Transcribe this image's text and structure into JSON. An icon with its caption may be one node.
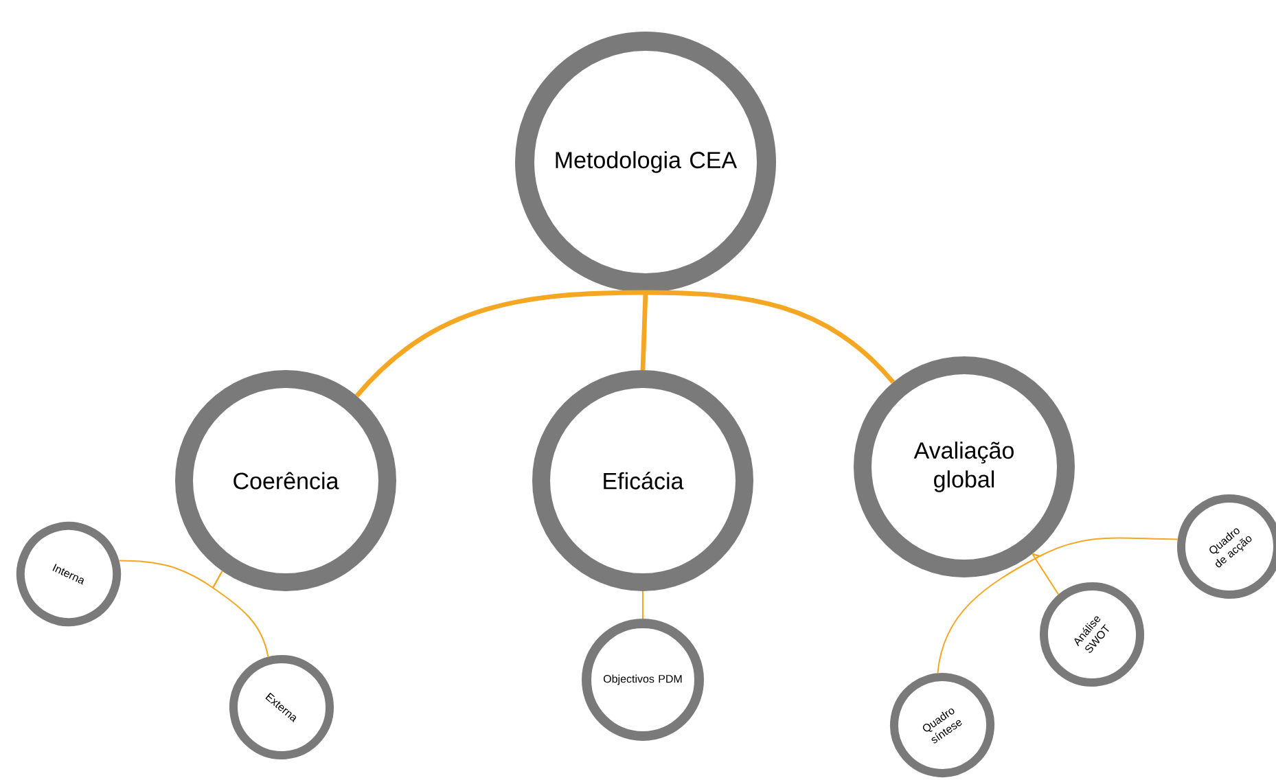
{
  "diagram": {
    "nodes": [
      {
        "text": [
          "Metodologia CEA"
        ]
      },
      {
        "text": [
          "Coerência"
        ]
      },
      {
        "text": [
          "Eficácia"
        ]
      },
      {
        "text": [
          "Avaliação global"
        ]
      },
      {
        "text": [
          "Interna"
        ]
      },
      {
        "text": [
          "Externa"
        ]
      },
      {
        "text": [
          "Objectivos PDM"
        ]
      },
      {
        "text": [
          "Análise SWOT"
        ]
      },
      {
        "text": [
          "Quadro de acção"
        ]
      },
      {
        "text": [
          "Quadro síntese"
        ]
      }
    ],
    "edges": [
      {
        "from": 0,
        "to": 1,
        "arrow": "none",
        "style": "thick"
      },
      {
        "from": 0,
        "to": 2,
        "arrow": "none",
        "style": "thick"
      },
      {
        "from": 0,
        "to": 3,
        "arrow": "none",
        "style": "thick"
      },
      {
        "from": 1,
        "to": 4,
        "arrow": "none"
      },
      {
        "from": 1,
        "to": 5,
        "arrow": "none"
      },
      {
        "from": 2,
        "to": 6,
        "arrow": "none"
      },
      {
        "from": 3,
        "to": 7,
        "arrow": "none"
      },
      {
        "from": 3,
        "to": 8,
        "arrow": "none"
      },
      {
        "from": 3,
        "to": 9,
        "arrow": "none"
      }
    ]
  }
}
